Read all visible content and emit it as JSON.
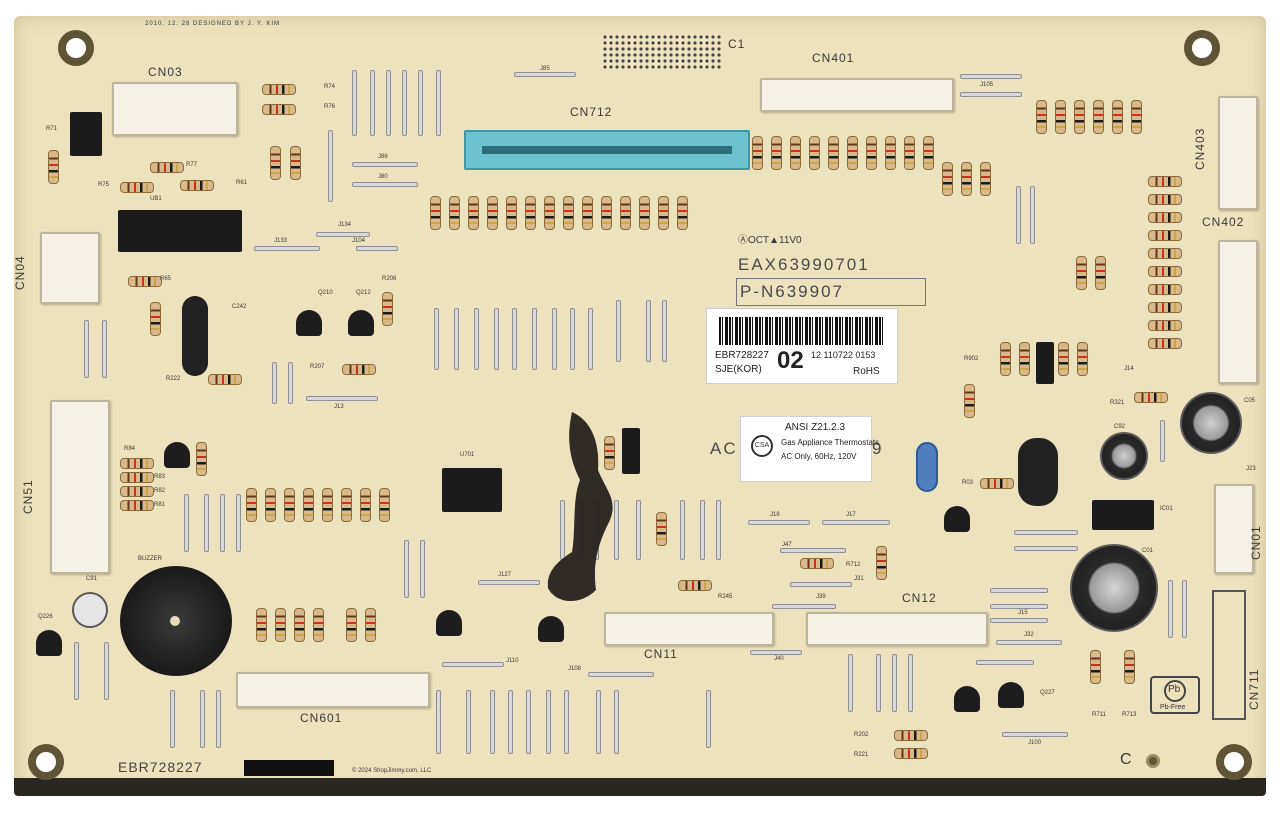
{
  "board": {
    "designer_text": "2010. 12. 28   DESIGNED BY J. Y. KIM",
    "part_number": "EAX63990701",
    "pcb_code": "P-N639907",
    "ul_mark": "ⒶOCT▲11V0",
    "ebr_text": "EBR728227",
    "copyright": "© 2024 ShopJimmy.com, LLC",
    "corner_c": "C",
    "ac_partial": "AC",
    "nine_partial": "9"
  },
  "connectors": {
    "cn03": "CN03",
    "cn04": "CN04",
    "cn51": "CN51",
    "cn401": "CN401",
    "cn712": "CN712",
    "cn403": "CN403",
    "cn402": "CN402",
    "cn01": "CN01",
    "cn711": "CN711",
    "cn11": "CN11",
    "cn12": "CN12",
    "cn601": "CN601",
    "c1": "C1"
  },
  "barcode_label": {
    "code": "EBR728227",
    "big_number": "02",
    "serial": "12 110722 0153",
    "origin": "SJE(KOR)",
    "rohs": "RoHS"
  },
  "ansi_label": {
    "standard": "ANSI Z21.2.3",
    "line1": "Gas Appliance Thermostats",
    "line2": "AC Only, 60Hz, 120V"
  },
  "pb_free": {
    "symbol": "Pb",
    "text": "Pb-Free"
  },
  "component_labels": {
    "buzzer": "BUZZER",
    "u701": "U701",
    "ic01": "IC01",
    "ub1": "UB1",
    "c242": "C242",
    "c91": "C91",
    "c05": "C05",
    "c92": "C92",
    "c01": "C01",
    "q210": "Q210",
    "q212": "Q212",
    "r222": "R222",
    "r207": "R207",
    "r208": "R208",
    "j13": "J13",
    "j133": "J133",
    "j134": "J134",
    "j104": "J104",
    "j85": "J85",
    "j86": "J86",
    "j80": "J80",
    "j105": "J105",
    "j127": "J127",
    "j110": "J110",
    "j108": "J108",
    "j18": "J18",
    "j17": "J17",
    "j47": "J47",
    "j31": "J31",
    "j39": "J39",
    "j40": "J40",
    "j15": "J15",
    "j32": "J32",
    "j100": "J100",
    "j14": "J14",
    "j23": "J23",
    "r245": "R245",
    "r202": "R202",
    "r221": "R221",
    "r712": "R712",
    "r321": "R321",
    "r902": "R902",
    "r03": "R03",
    "r711": "R711",
    "r713": "R713",
    "q226": "Q226",
    "q227": "Q227",
    "r71": "R71",
    "r75": "R75",
    "r77": "R77",
    "r61": "R61",
    "r65": "R65",
    "r74": "R74",
    "r76": "R76",
    "r84": "R84",
    "r83": "R83",
    "r82": "R82",
    "r81": "R81"
  },
  "colors": {
    "board": "#ece2bd",
    "connector_blue": "#6cc3cf",
    "silk": "#3a3a3a",
    "edge": "#2a2622"
  }
}
